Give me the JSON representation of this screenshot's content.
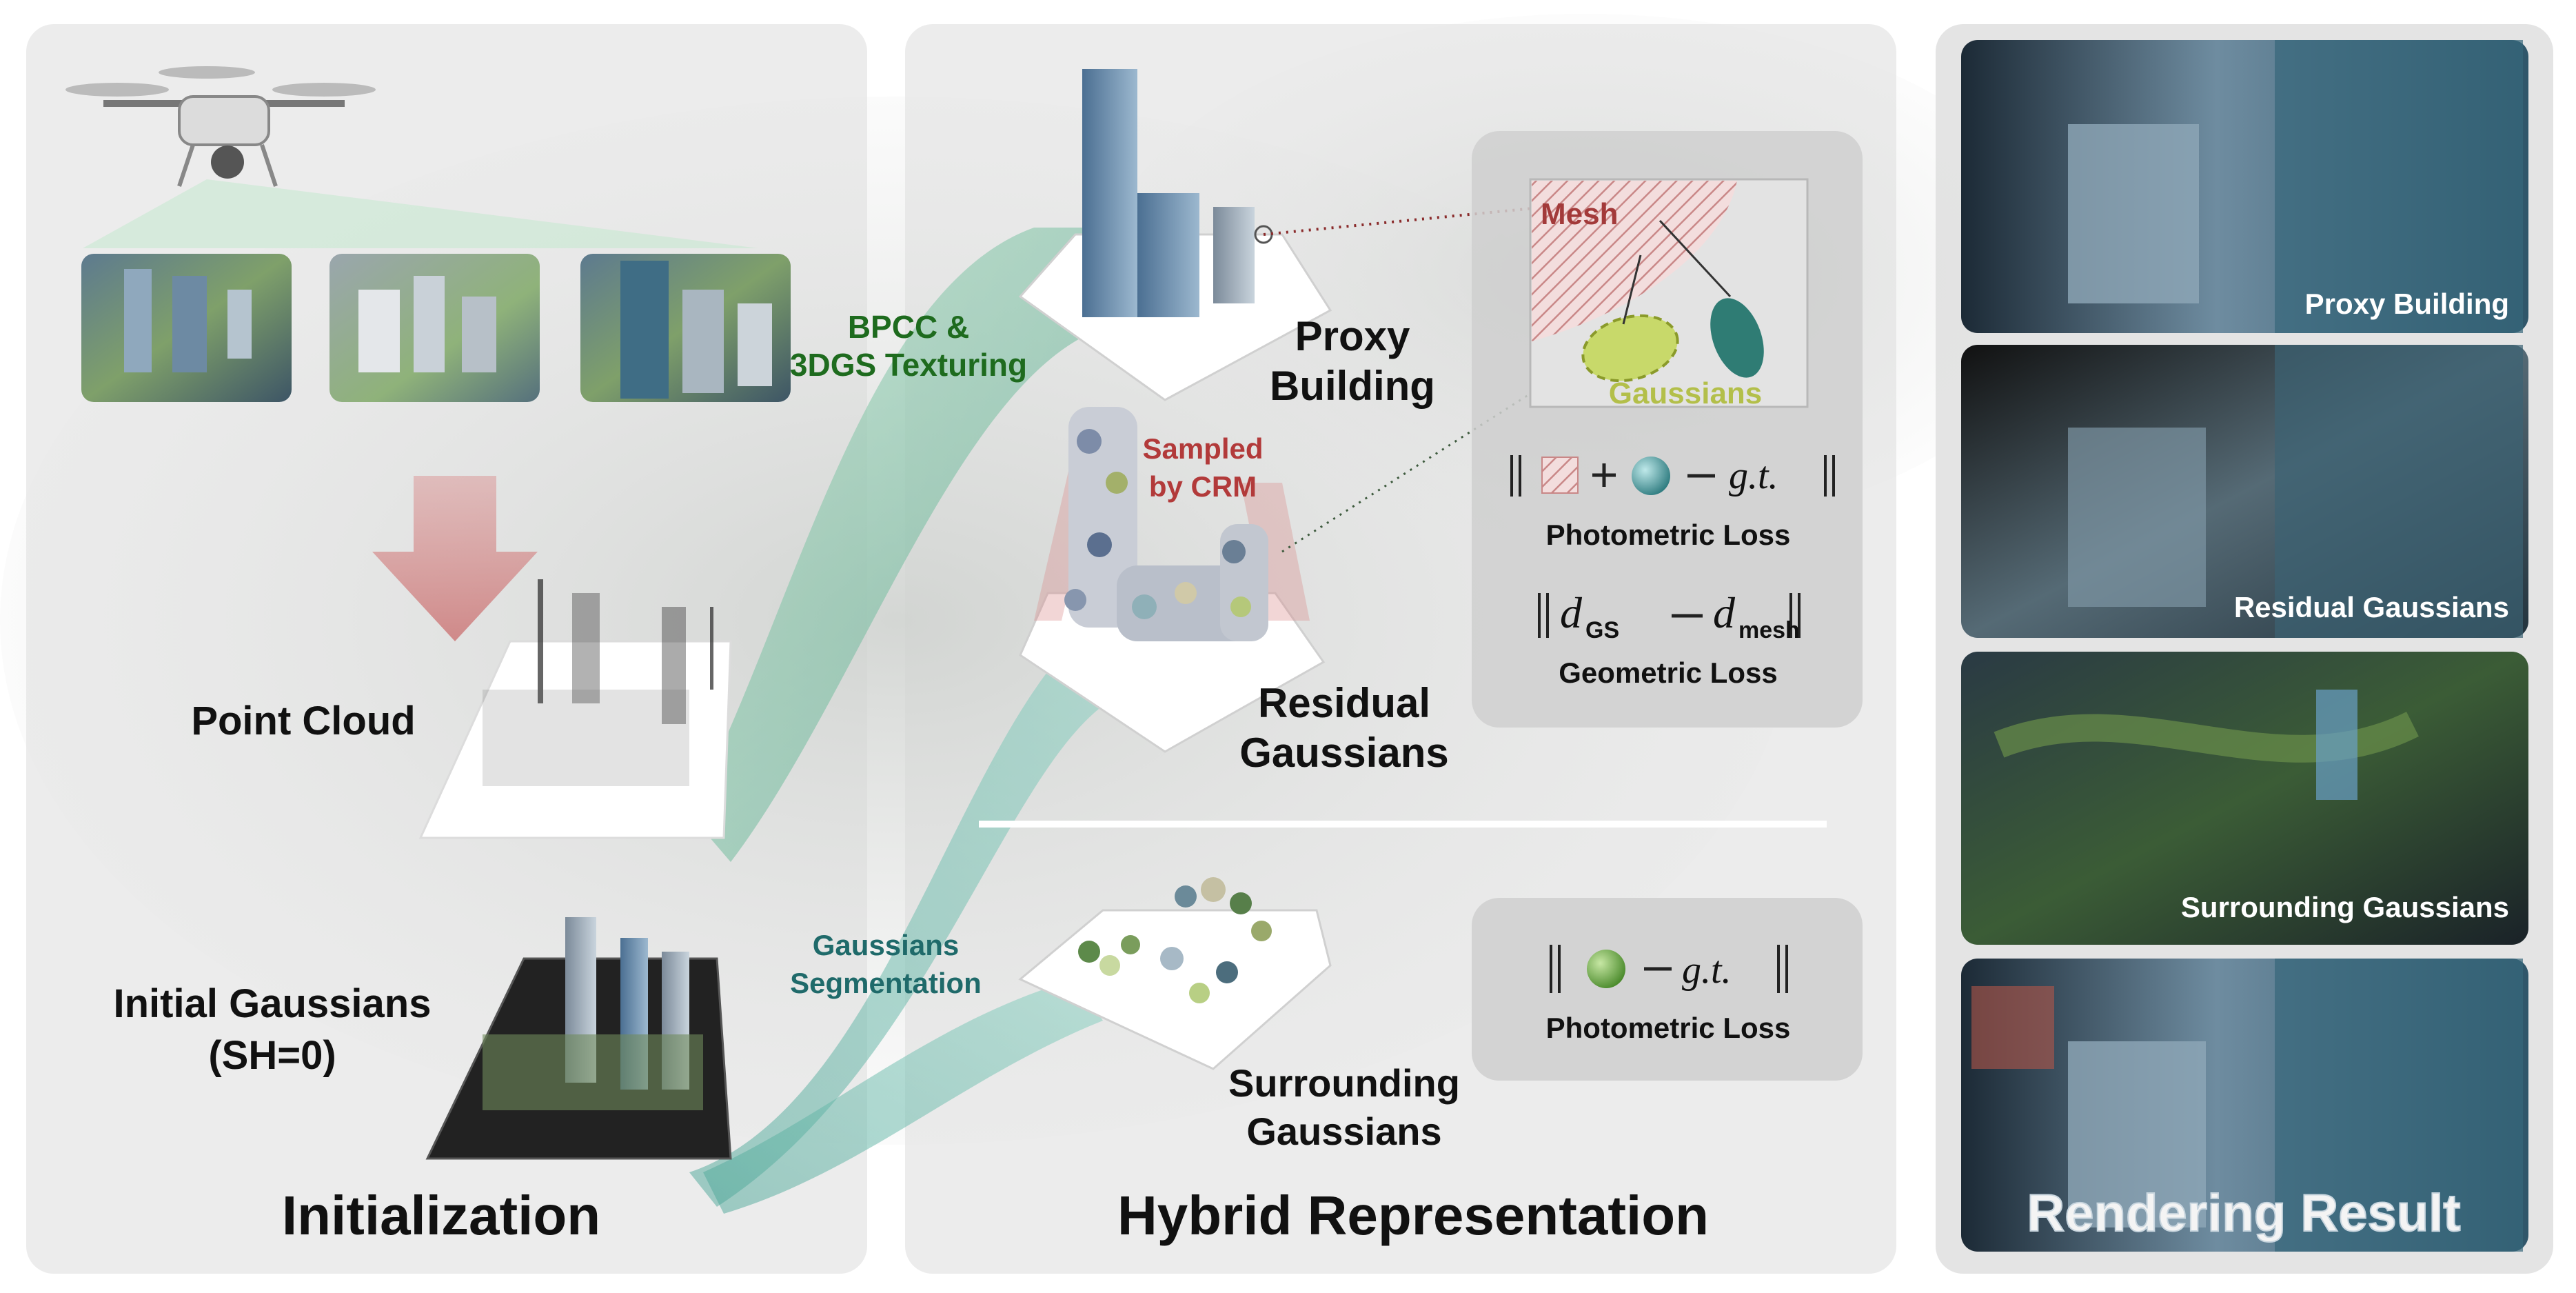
{
  "panels": {
    "initialization": {
      "title": "Initialization"
    },
    "hybrid": {
      "title": "Hybrid Representation"
    },
    "rendering": {
      "title": "Rendering Result"
    }
  },
  "initialization": {
    "point_cloud_label": "Point Cloud",
    "initial_gaussians_line1": "Initial Gaussians",
    "initial_gaussians_line2": "(SH=0)"
  },
  "flow_labels": {
    "bpcc_line1": "BPCC &",
    "bpcc_line2": "3DGS Texturing",
    "seg_line1": "Gaussians",
    "seg_line2": "Segmentation",
    "sampled_line1": "Sampled",
    "sampled_line2": "by CRM"
  },
  "hybrid": {
    "proxy_line1": "Proxy",
    "proxy_line2": "Building",
    "residual_line1": "Residual",
    "residual_line2": "Gaussians",
    "surrounding_line1": "Surrounding",
    "surrounding_line2": "Gaussians"
  },
  "loss_box": {
    "mesh_label": "Mesh",
    "gaussians_label": "Gaussians",
    "photometric_loss": "Photometric Loss",
    "geometric_loss": "Geometric Loss",
    "gt": "g.t.",
    "d": "d",
    "sub_gs": "GS",
    "sub_mesh": "mesh"
  },
  "loss_box2": {
    "gt": "g.t.",
    "photometric_loss": "Photometric Loss"
  },
  "results": [
    {
      "label": "Proxy Building"
    },
    {
      "label": "Residual Gaussians"
    },
    {
      "label": "Surrounding Gaussians"
    }
  ],
  "colors": {
    "panel_bg": "#ececec",
    "green_text": "#1e6b1e",
    "teal_text": "#1f6a6a",
    "red_text": "#b23a3a",
    "mesh_red": "#a33a3a",
    "gauss_yellow": "#c8d96a"
  }
}
